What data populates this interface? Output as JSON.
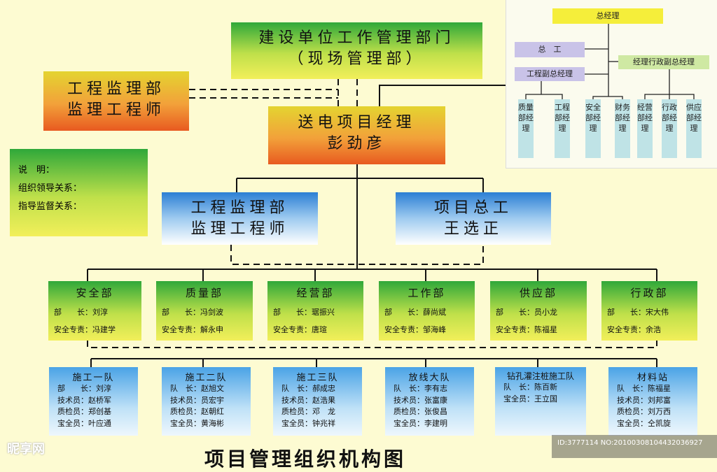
{
  "top_unit": {
    "line1": "建设单位工作管理部门",
    "line2": "（现场管理部）"
  },
  "supervision_top": {
    "line1": "工程监理部",
    "line2": "监理工程师"
  },
  "pm": {
    "line1": "送电项目经理",
    "line2": "彭劲彦"
  },
  "legend": {
    "title": "说　明：",
    "solid": "组织领导关系：",
    "dashed": "指导监督关系："
  },
  "supervision_mid": {
    "line1": "工程监理部",
    "line2": "监理工程师"
  },
  "chief_engineer": {
    "line1": "项目总工",
    "line2": "王选正"
  },
  "departments": [
    {
      "name": "安全部",
      "head_label": "部　　长：",
      "head": "刘淳",
      "safety_label": "安全专责：",
      "safety": "冯建学"
    },
    {
      "name": "质量部",
      "head_label": "部　　长：",
      "head": "冯剑波",
      "safety_label": "安全专责：",
      "safety": "解永申"
    },
    {
      "name": "经营部",
      "head_label": "部　　长：",
      "head": "琚振兴",
      "safety_label": "安全专责：",
      "safety": "唐瑄"
    },
    {
      "name": "工作部",
      "head_label": "部　　长：",
      "head": "薛尚斌",
      "safety_label": "安全专责：",
      "safety": "邹海峰"
    },
    {
      "name": "供应部",
      "head_label": "部　　长：",
      "head": "员小龙",
      "safety_label": "安全专责：",
      "safety": "陈福星"
    },
    {
      "name": "行政部",
      "head_label": "部　　长：",
      "head": "宋大伟",
      "safety_label": "安全专责：",
      "safety": "余浩"
    }
  ],
  "teams": [
    {
      "name": "施工一队",
      "lines": [
        "部　　长：刘淳",
        "技术员：赵桥军",
        "质检员：郑创基",
        "宝全员：叶应通"
      ]
    },
    {
      "name": "施工二队",
      "lines": [
        "队　长：赵旭文",
        "技术员：员宏宇",
        "质检员：赵朝红",
        "宝全员：黄海彬"
      ]
    },
    {
      "name": "施工三队",
      "lines": [
        "队　长：郝成忠",
        "技术员：赵浩果",
        "质检员：邓　龙",
        "宝全员：钟兆祥"
      ]
    },
    {
      "name": "放线大队",
      "lines": [
        "队　长：李有志",
        "技术员：张富康",
        "质检员：张俊昌",
        "宝全员：李建明"
      ]
    },
    {
      "name": "钻孔灌注桩施工队",
      "lines": [
        "队　长：陈百新",
        "宝全员：王立国"
      ]
    },
    {
      "name": "材料站",
      "lines": [
        "队　长：陈福星",
        "技术员：刘邦富",
        "质检员：刘万西",
        "宝全员：仝凯旋"
      ]
    }
  ],
  "inset": {
    "gm": "总经理",
    "chief_eng": "总　工",
    "deputy_eng": "工程副总经理",
    "deputy_admin": "经理行政副总经理",
    "subs": [
      "质量部经理",
      "工程部经理",
      "安全部经理",
      "财务部经理",
      "经营部经理",
      "行政部经理",
      "供应部经理"
    ]
  },
  "bottom_title": "项目管理组织机构图",
  "watermark_left": "昵享网",
  "watermark_right": "ID:3777114 NO:20100308104432036927"
}
